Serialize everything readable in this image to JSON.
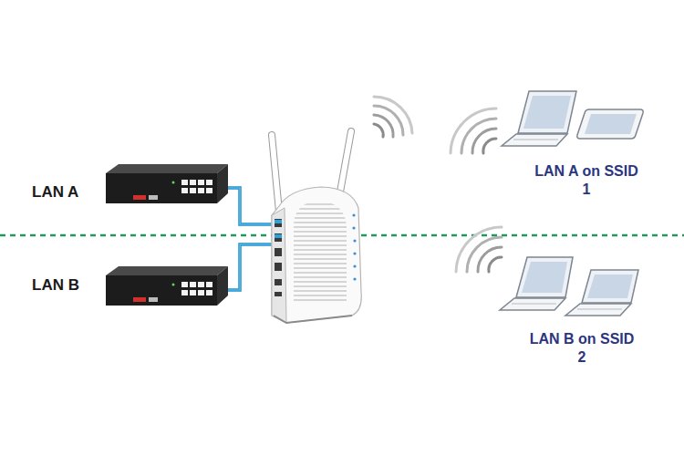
{
  "diagram": {
    "labels": [
      "LAN A",
      "LAN A on SSID 1",
      "LAN B",
      "LAN B on SSID 2"
    ]
  }
}
